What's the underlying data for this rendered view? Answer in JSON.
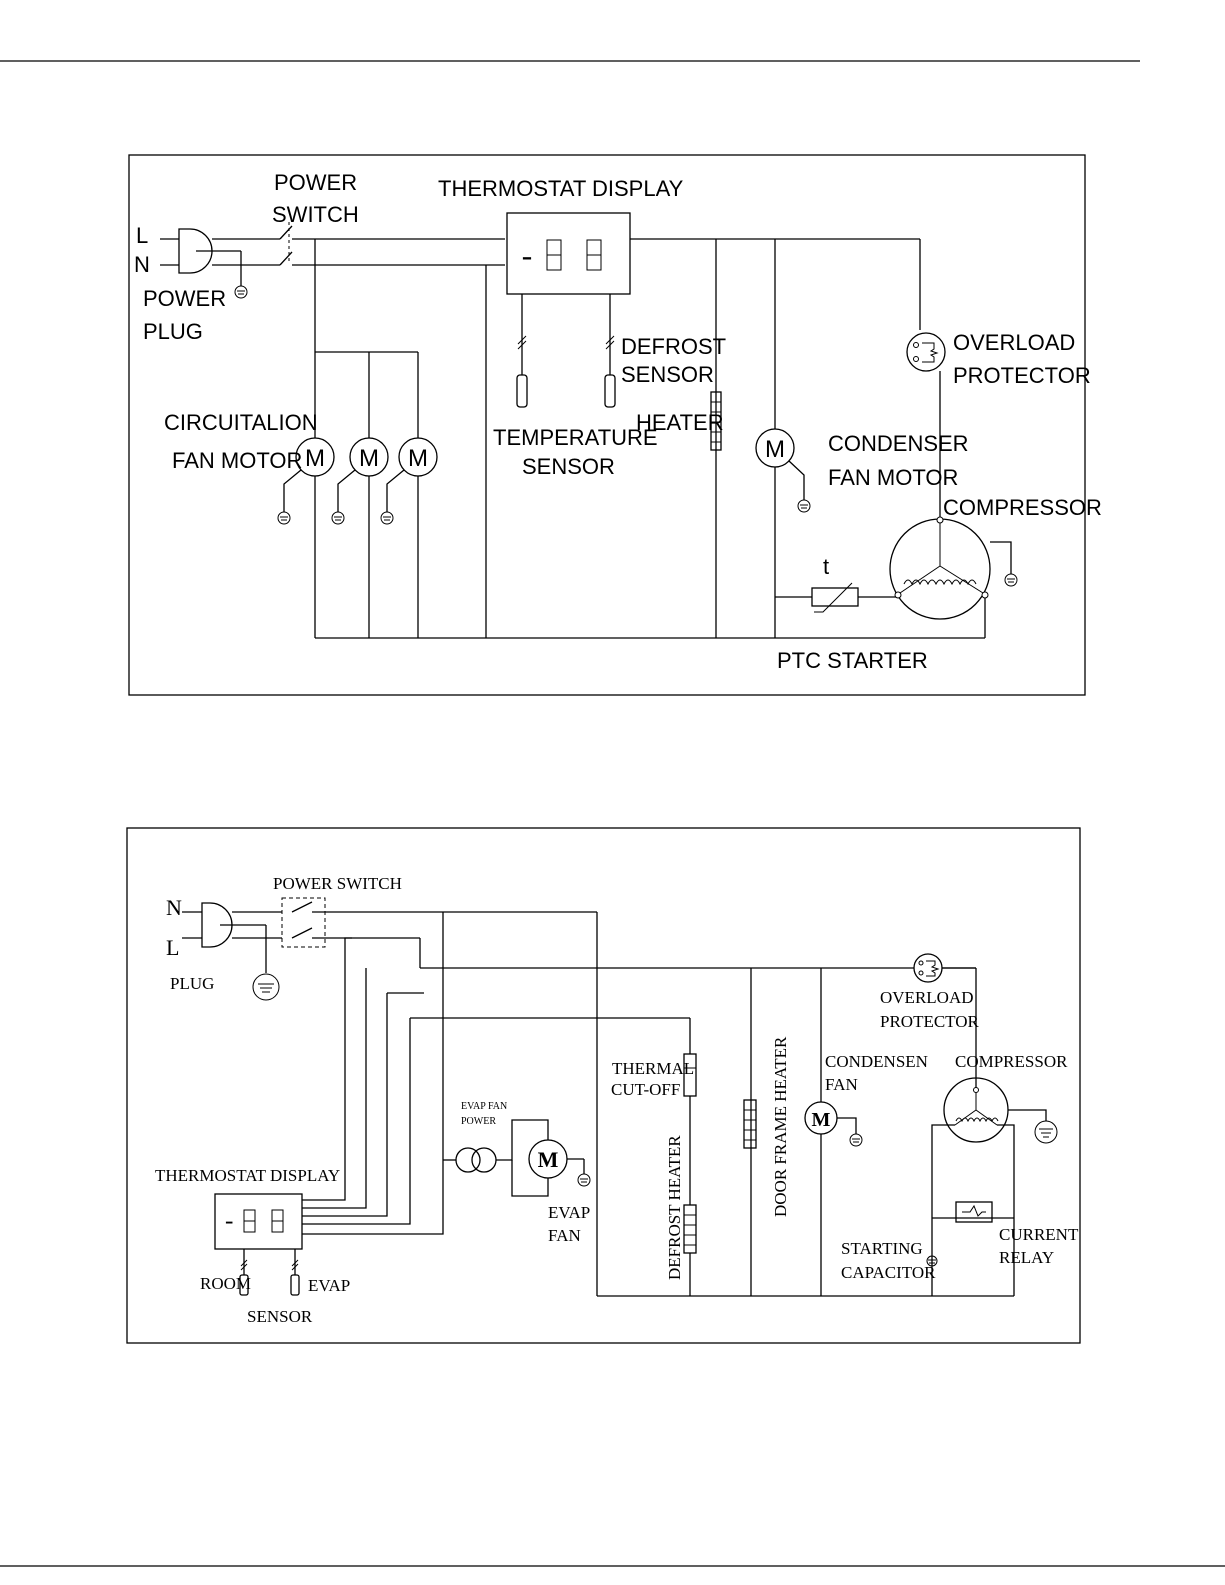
{
  "diagram1": {
    "plug_l": "L",
    "plug_n": "N",
    "power_plug": [
      "POWER",
      "PLUG"
    ],
    "power_switch": [
      "POWER",
      "SWITCH"
    ],
    "thermostat_display": "THERMOSTAT DISPLAY",
    "display_digits": "-",
    "defrost_sensor": [
      "DEFROST",
      "SENSOR"
    ],
    "temperature_sensor": [
      "TEMPERATURE",
      "SENSOR"
    ],
    "heater": "HEATER",
    "overload_protector": [
      "OVERLOAD",
      "PROTECTOR"
    ],
    "circulation_fan_motor": [
      "CIRCUITALION",
      "FAN MOTOR"
    ],
    "condenser_fan_motor": [
      "CONDENSER",
      "FAN MOTOR"
    ],
    "compressor": "COMPRESSOR",
    "ptc_symbol": "t",
    "ptc_starter": "PTC STARTER",
    "motor_symbol": "M"
  },
  "diagram2": {
    "plug_n": "N",
    "plug_l": "L",
    "plug": "PLUG",
    "power_switch": "POWER SWITCH",
    "evap_fan_power": [
      "EVAP FAN",
      "POWER"
    ],
    "evap_fan": [
      "EVAP",
      "FAN"
    ],
    "thermostat_display": "THERMOSTAT DISPLAY",
    "display_digits": "-",
    "room": "ROOM",
    "evap": "EVAP",
    "sensor": "SENSOR",
    "thermal_cutoff": [
      "THERMAL",
      "CUT-OFF"
    ],
    "defrost_heater": "DEFROST HEATER",
    "door_frame_heater": "DOOR FRAME HEATER",
    "condensen_fan": [
      "CONDENSEN",
      "FAN"
    ],
    "overload_protector": [
      "OVERLOAD",
      "PROTECTOR"
    ],
    "compressor": "COMPRESSOR",
    "starting_capacitor": [
      "STARTING",
      "CAPACITOR"
    ],
    "current_relay": [
      "CURRENT",
      "RELAY"
    ],
    "motor_symbol": "M"
  }
}
